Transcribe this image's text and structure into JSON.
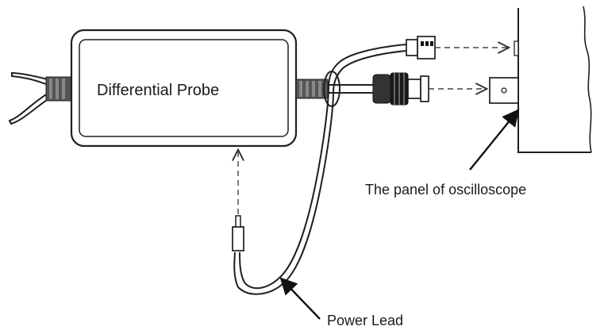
{
  "labels": {
    "probe_body": "Differential Probe",
    "panel": "The panel of oscilloscope",
    "power_lead": "Power Lead"
  },
  "colors": {
    "line": "#1f1f1f",
    "background": "#ffffff"
  }
}
